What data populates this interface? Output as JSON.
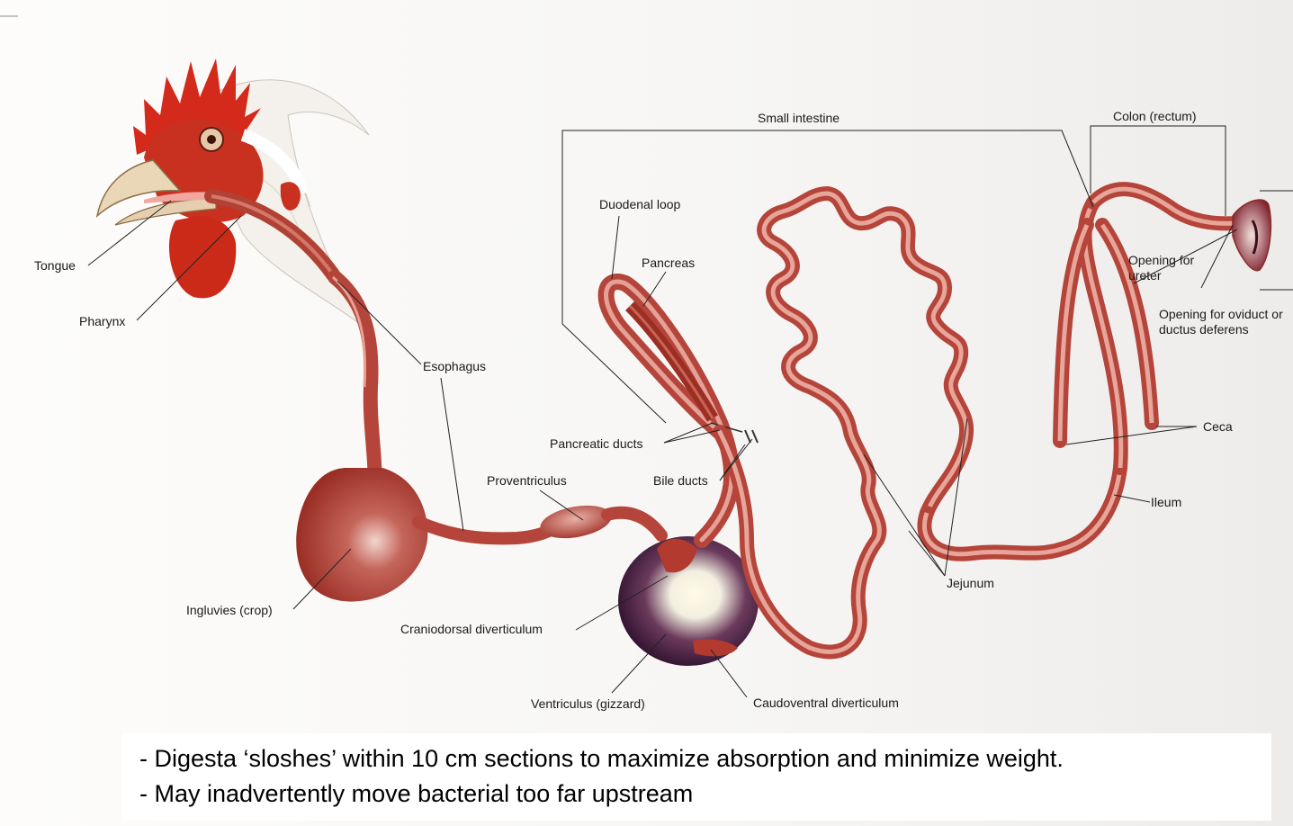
{
  "labels": {
    "tongue": "Tongue",
    "pharynx": "Pharynx",
    "esophagus": "Esophagus",
    "ingluvies": "Ingluvies (crop)",
    "proventriculus": "Proventriculus",
    "craniodorsal": "Craniodorsal diverticulum",
    "ventriculus": "Ventriculus (gizzard)",
    "caudoventral": "Caudoventral diverticulum",
    "pancreatic_ducts": "Pancreatic ducts",
    "bile_ducts": "Bile ducts",
    "duodenal_loop": "Duodenal loop",
    "pancreas": "Pancreas",
    "small_intestine": "Small intestine",
    "jejunum": "Jejunum",
    "ileum": "Ileum",
    "ceca": "Ceca",
    "colon": "Colon (rectum)",
    "opening_ureter": "Opening for ureter",
    "opening_oviduct": "Opening for oviduct or ductus deferens"
  },
  "notes": [
    "- Digesta ‘sloshes’ within 10 cm sections to maximize absorption and minimize weight.",
    "- May inadvertently move bacterial too far upstream"
  ],
  "colors": {
    "tract": "#b5453a",
    "tract_light": "#e6a197",
    "comb": "#d42a1c",
    "gizzard": "#3c1a3a",
    "leader": "#222222"
  }
}
